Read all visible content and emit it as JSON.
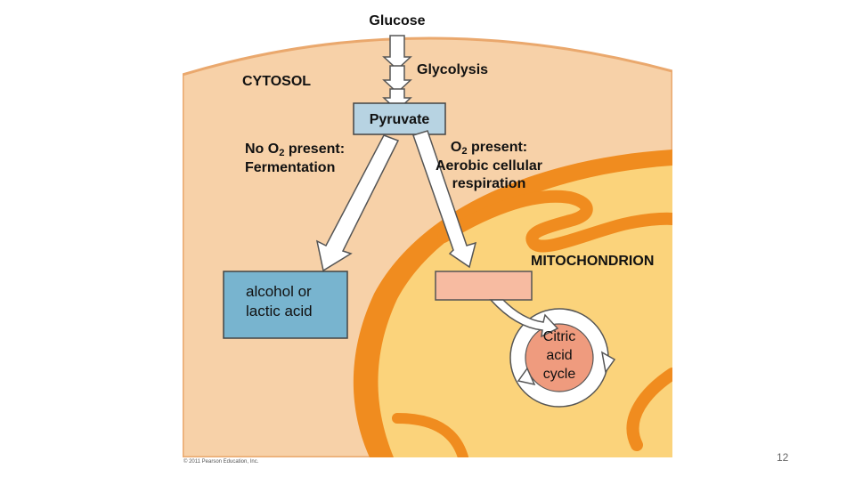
{
  "labels": {
    "glucose": "Glucose",
    "glycolysis": "Glycolysis",
    "cytosol": "CYTOSOL",
    "pyruvate": "Pyruvate",
    "no_o2_line1_prefix": "No O",
    "no_o2_line1_sub": "2",
    "no_o2_line1_suffix": " present:",
    "no_o2_line2": "Fermentation",
    "o2_line1_prefix": "O",
    "o2_line1_sub": "2",
    "o2_line1_suffix": " present:",
    "o2_line2": "Aerobic cellular",
    "o2_line3": "respiration",
    "mitochondrion": "MITOCHONDRION",
    "fermentation_product_line1": "alcohol or",
    "fermentation_product_line2": "lactic acid",
    "citric_line1": "Citric",
    "citric_line2": "acid",
    "citric_line3": "cycle",
    "copyright": "© 2011 Pearson Education, Inc.",
    "page_number": "12"
  },
  "colors": {
    "cytosol": "#f7d1a8",
    "cell_membrane": "#f3b883",
    "mito_outer": "#f08c1f",
    "mito_inner": "#fbd37b",
    "pyruvate_box": "#b7d3e2",
    "fermentation_box": "#78b4cf",
    "mito_box": "#f7bba1",
    "citric_fill": "#ef9b7e",
    "arrow_fill": "#ffffff",
    "arrow_stroke": "#555555"
  }
}
